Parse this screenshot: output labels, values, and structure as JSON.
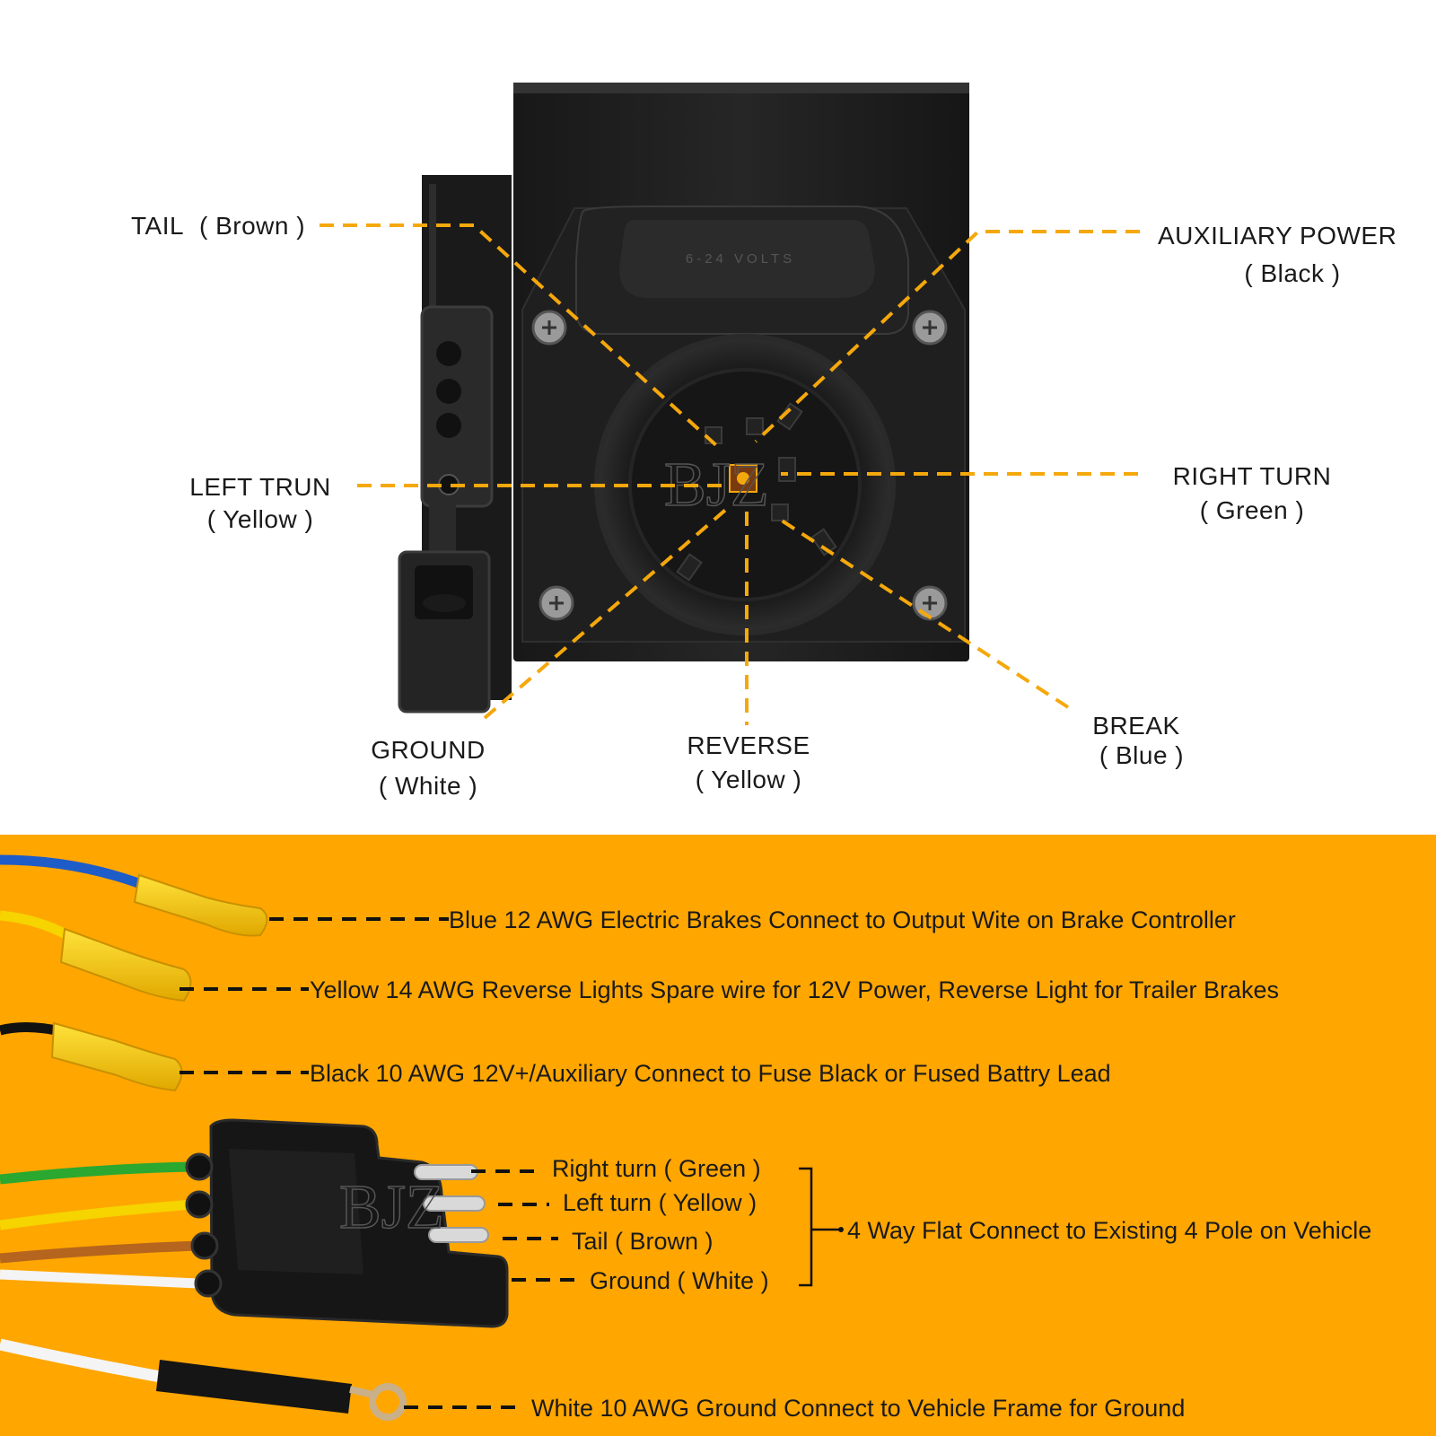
{
  "colors": {
    "accent": "#f5a80c",
    "panel_orange": "#ffa600",
    "housing": "#1c1c1c",
    "wire_blue": "#1e5cc8",
    "wire_yellow": "#f5d400",
    "wire_black": "#111111",
    "wire_green": "#2aa830",
    "wire_brown": "#b5651d",
    "wire_white": "#f4f4f4"
  },
  "socket": {
    "cover_text": "6-24 VOLTS",
    "watermark": "BJZ"
  },
  "pins": {
    "tail": {
      "name": "TAIL",
      "color": "( Brown )"
    },
    "aux": {
      "name": "AUXILIARY POWER",
      "color": "( Black )"
    },
    "left": {
      "name": "LEFT TRUN",
      "color": "( Yellow )"
    },
    "right": {
      "name": "RIGHT TURN",
      "color": "( Green )"
    },
    "ground": {
      "name": "GROUND",
      "color": "( White )"
    },
    "reverse": {
      "name": "REVERSE",
      "color": "( Yellow )"
    },
    "brake": {
      "name": "BREAK",
      "color": "( Blue )"
    }
  },
  "wires": {
    "blue": "Blue 12 AWG Electric Brakes Connect to Output Wite on Brake Controller",
    "yellow": "Yellow 14 AWG Reverse Lights Spare wire for 12V Power, Reverse Light for Trailer Brakes",
    "black": "Black 10 AWG 12V+/Auxiliary Connect to Fuse Black or Fused Battry Lead",
    "white": "White 10 AWG Ground Connect to Vehicle Frame for Ground"
  },
  "flat4": {
    "watermark": "BJZ",
    "pins": [
      "Right turn ( Green )",
      "Left turn ( Yellow )",
      "Tail ( Brown )",
      "Ground ( White )"
    ],
    "summary": "4 Way Flat Connect to Existing 4 Pole on Vehicle"
  }
}
